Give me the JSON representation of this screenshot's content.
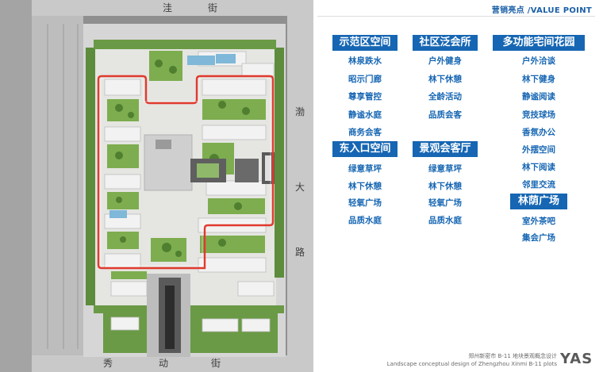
{
  "header": {
    "title_cn": "营销亮点",
    "separator": " /",
    "title_en": "VALUE POINT"
  },
  "streets": {
    "top": [
      "洼",
      "街"
    ],
    "right": [
      "渤",
      "大",
      "路"
    ],
    "bottom": [
      "秀",
      "动",
      "街"
    ]
  },
  "categories": [
    {
      "title": "示范区空间",
      "items": [
        "林泉跌水",
        "昭示门廊",
        "尊享管控",
        "静谧水庭",
        "商务会客"
      ]
    },
    {
      "title": "社区泛会所",
      "items": [
        "户外健身",
        "林下休憩",
        "全龄活动",
        "品质会客"
      ]
    },
    {
      "title": "多功能宅间花园",
      "items": [
        "户外洽谈",
        "林下健身",
        "静谧阅读",
        "竞技球场",
        "香氛办公",
        "外摆空间",
        "林下阅读",
        "邻里交流"
      ]
    },
    {
      "title": "东入口空间",
      "items": [
        "绿意草坪",
        "林下休憩",
        "轻氧广场",
        "品质水庭"
      ]
    },
    {
      "title": "景观会客厅",
      "items": [
        "绿意草坪",
        "林下休憩",
        "轻氧广场",
        "品质水庭"
      ]
    },
    {
      "title": "林荫广场",
      "items": [
        "室外茶吧",
        "集会广场"
      ]
    }
  ],
  "footer": {
    "line1": "郑州新密市 B-11 地块景观概念设计",
    "line2": "Landscape conceptual design of Zhengzhou Xinmi B-11 plots"
  },
  "logo_text": "YAS",
  "colors": {
    "accent": "#1666b3",
    "route": "#e03a2e",
    "title": "#1a5fa8"
  }
}
